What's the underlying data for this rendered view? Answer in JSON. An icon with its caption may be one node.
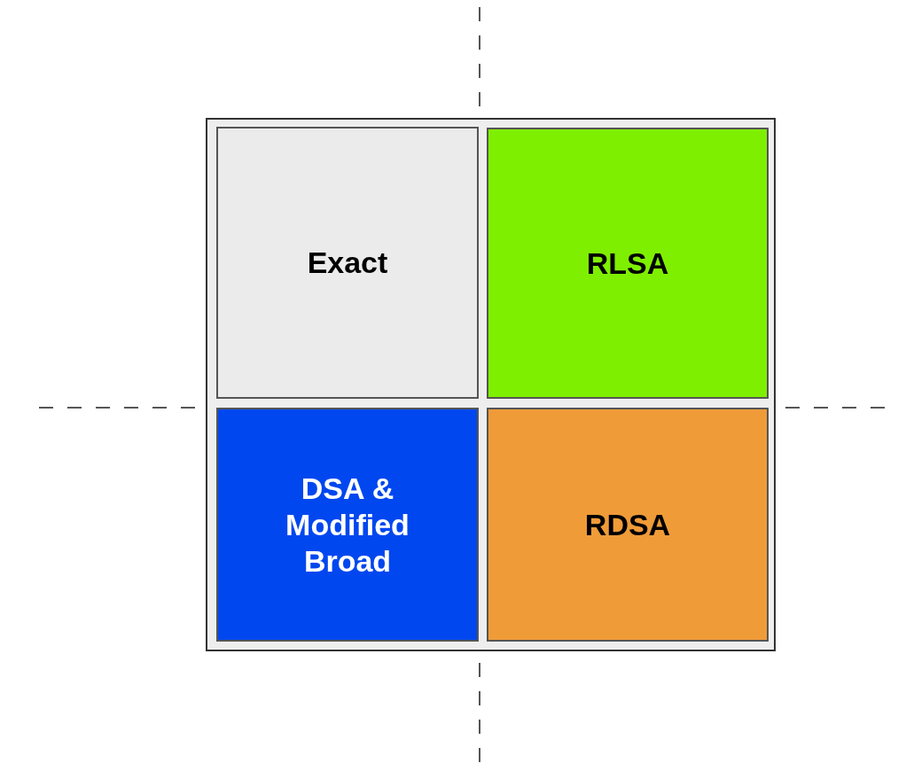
{
  "diagram": {
    "nodes": [
      {
        "text": [],
        "shape": "box"
      },
      {
        "text": [
          "Exact"
        ],
        "in": 0
      },
      {
        "text": [
          "RLSA"
        ],
        "in": 0
      },
      {
        "text": [
          "DSA & Modified Broad"
        ],
        "in": 0
      },
      {
        "text": [
          "RDSA"
        ],
        "in": 0
      }
    ],
    "edges": []
  }
}
